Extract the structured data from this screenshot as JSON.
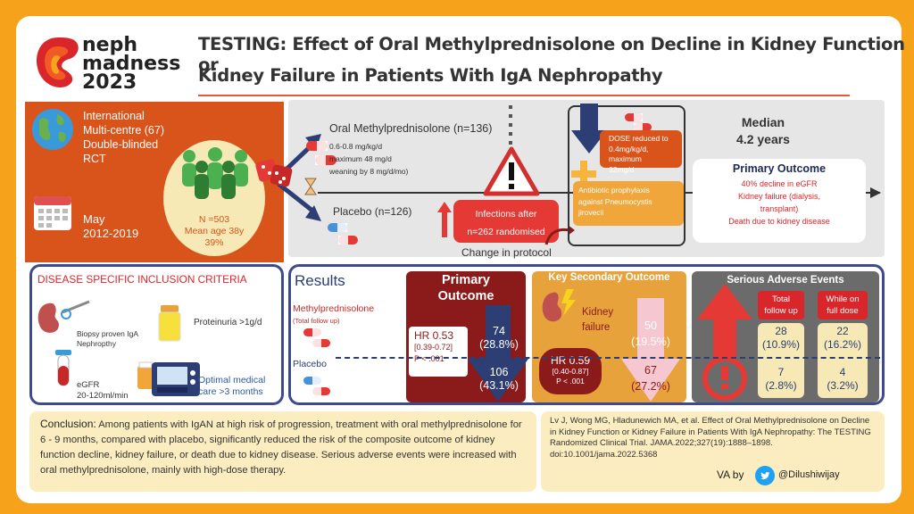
{
  "logo": {
    "line1": "neph",
    "line2": "madness",
    "line3": "2023"
  },
  "title": {
    "line1": "TESTING: Effect of Oral Methylprednisolone on Decline in Kidney Function or",
    "line2": "Kidney Failure in Patients With IgA Nephropathy"
  },
  "design": {
    "study": "International",
    "study2": "Multi-centre (67)",
    "study3": "Double-blinded",
    "study4": "RCT",
    "period1": "May",
    "period2": "2012-2019"
  },
  "population": {
    "n": "N =503",
    "age": "Mean age 38y",
    "pct": "39%"
  },
  "arms": {
    "oral": {
      "label": "Oral Methylprednisolone (n=136)",
      "dose1": "0.6-0.8 mg/kg/d",
      "dose2": "maximum 48 mg/d",
      "dose3": "weaning by 8 mg/d/mo)"
    },
    "placebo": {
      "label": "Placebo (n=126)"
    }
  },
  "infections": {
    "line1": "Infections after",
    "line2": "n=262 randomised",
    "change": "Change in protocol"
  },
  "dose_reduced": {
    "line1": "DOSE reduced to",
    "line2": "0.4mg/kg/d, maximum",
    "line3": "32mg/d"
  },
  "antibiotic": {
    "line1": "Antibiotic prophylaxis",
    "line2": "against Pneumocystis",
    "line3": "jirovecii"
  },
  "median": {
    "line1": "Median",
    "line2": "4.2 years"
  },
  "primary_outcome": {
    "title": "Primary Outcome",
    "l1": "40% decline in eGFR",
    "l2": "Kidney failure (dialysis,",
    "l3": "transplant)",
    "l4": "Death due to kidney disease"
  },
  "inclusion": {
    "title": "DISEASE SPECIFIC INCLUSION CRITERIA",
    "biopsy1": "Biopsy proven IgA",
    "biopsy2": "Nephropthy",
    "proteinuria": "Proteinuria >1g/d",
    "egfr1": "eGFR",
    "egfr2": "20-120ml/min",
    "care1": "Optimal medical",
    "care2": "care >3 months"
  },
  "results": {
    "title": "Results",
    "mp_label": "Methylprednisolone",
    "mp_sub": "(Total follow up)",
    "placebo_label": "Placebo",
    "primary": {
      "title1": "Primary",
      "title2": "Outcome",
      "hr": "HR 0.53",
      "ci": "[0.39-0.72]",
      "p": "P < .001",
      "mp_n": "74",
      "mp_pct": "(28.8%)",
      "pl_n": "106",
      "pl_pct": "(43.1%)"
    },
    "secondary": {
      "title": "Key Secondary Outcome",
      "label1": "Kidney",
      "label2": "failure",
      "hr": "HR 0.59",
      "ci": "[0.40-0.87]",
      "p": "P < .001",
      "mp_n": "50",
      "mp_pct": "(19.5%)",
      "pl_n": "67",
      "pl_pct": "(27.2%)"
    },
    "sae": {
      "title": "Serious Adverse Events",
      "col1a": "Total",
      "col1b": "follow up",
      "col2a": "While on",
      "col2b": "full dose",
      "mp_total": "28",
      "mp_total_pct": "(10.9%)",
      "mp_full": "22",
      "mp_full_pct": "(16.2%)",
      "pl_total": "7",
      "pl_total_pct": "(2.8%)",
      "pl_full": "4",
      "pl_full_pct": "(3.2%)"
    }
  },
  "conclusion": {
    "label": "Conclusion:",
    "text": "Among patients with IgAN at high risk of progression, treatment with oral methylprednisolone for 6 - 9 months, compared with placebo, significantly reduced the risk of the composite outcome of kidney function decline, kidney failure, or death due to kidney disease. Serious adverse events were increased with oral methylprednisolone, mainly with high-dose therapy."
  },
  "reference": {
    "text": "Lv J, Wong MG, Hladunewich MA, et al. Effect of Oral Methylprednisolone on Decline in Kidney Function or Kidney Failure in Patients With IgA Nephropathy: The TESTING Randomized Clinical Trial. JAMA.2022;327(19):1888–1898. doi:10.1001/jama.2022.5368",
    "va": "VA by",
    "handle": "@Dilushiwijay"
  },
  "colors": {
    "orange": "#f7a21b",
    "red": "#d9541b",
    "darkred": "#8b1a1a",
    "navy": "#3d4a8f",
    "tan": "#e8a23c",
    "grey": "#6b6b6b"
  }
}
